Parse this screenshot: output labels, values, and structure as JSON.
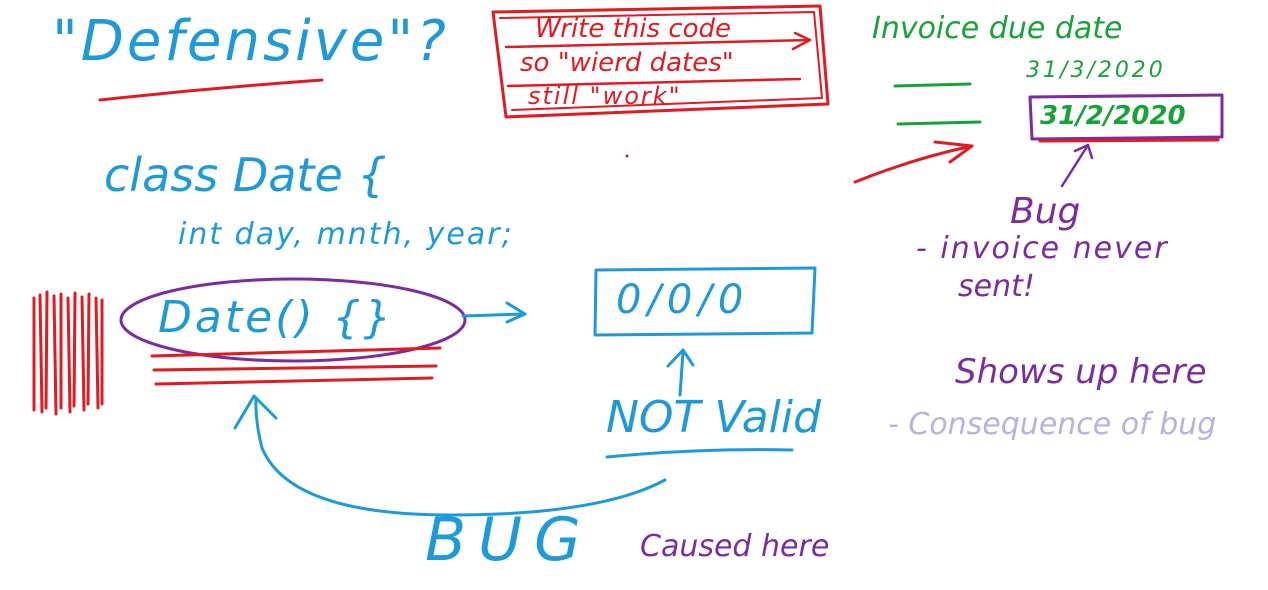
{
  "title": "\"Defensive\"?",
  "red_box_lines": [
    "Write this code",
    "so \"wierd dates\"",
    "still \"work\""
  ],
  "invoice_label": "Invoice due date",
  "invoice_date": "31/3/2020",
  "invoice_bad_date": "31/2/2020",
  "bug_label": "Bug",
  "bug_lines": [
    "- invoice never",
    "sent!"
  ],
  "shows_up": "Shows up here",
  "consequence": "- Consequence of bug",
  "class_decl": "class Date {",
  "class_fields": "int day, mnth, year;",
  "constructor": "Date() {}",
  "zero_date": "0/0/0",
  "not_valid": "NOT Valid",
  "bug_big": "BUG",
  "caused_here": "Caused here",
  "colors": {
    "blue": "#1f9ad8",
    "red": "#e11b22",
    "green": "#1aa23a",
    "purple": "#7b2da0",
    "lavender": "#b9b3dc"
  }
}
